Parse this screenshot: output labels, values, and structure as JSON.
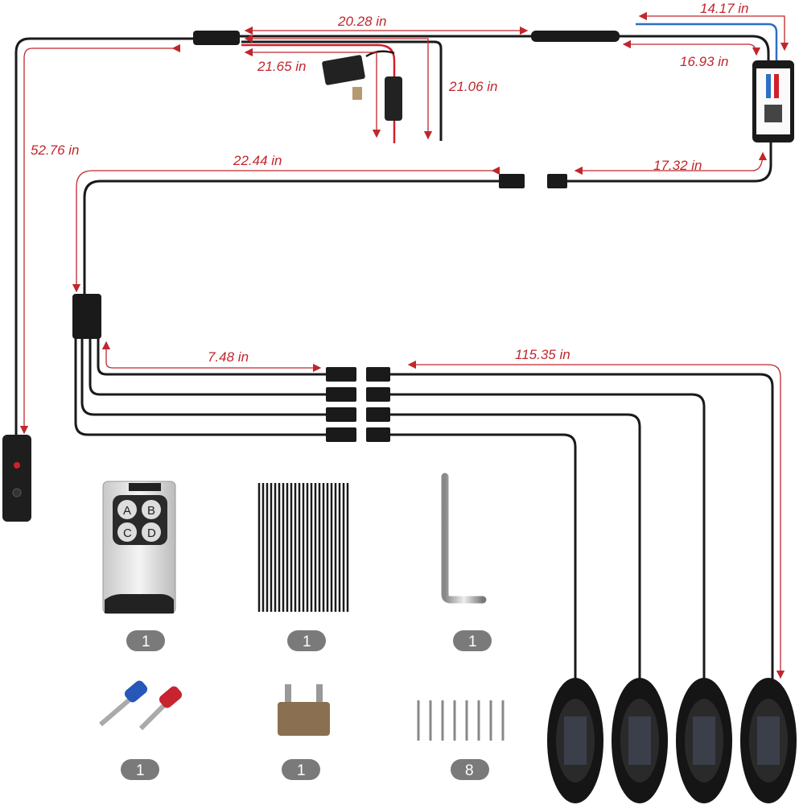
{
  "dimensions": {
    "top_main": "20.28 in",
    "top_right_blue": "14.17 in",
    "controller_input": "16.93 in",
    "fuse_positive": "21.65 in",
    "fuse_negative": "21.06 in",
    "switch_lead": "52.76 in",
    "controller_to_splitter": "22.44 in",
    "controller_output": "17.32 in",
    "splitter_leads": "7.48 in",
    "pod_leads": "115.35 in"
  },
  "remote": {
    "buttons": [
      "A",
      "B",
      "C",
      "D"
    ]
  },
  "quantities": {
    "remote": "1",
    "zip_ties": "1",
    "allen_key": "1",
    "terminals": "1",
    "fuse": "1",
    "screws": "8"
  },
  "colors": {
    "dimension": "#c0272d",
    "wire": "#1a1a1a",
    "badge": "#7a7a7a"
  }
}
